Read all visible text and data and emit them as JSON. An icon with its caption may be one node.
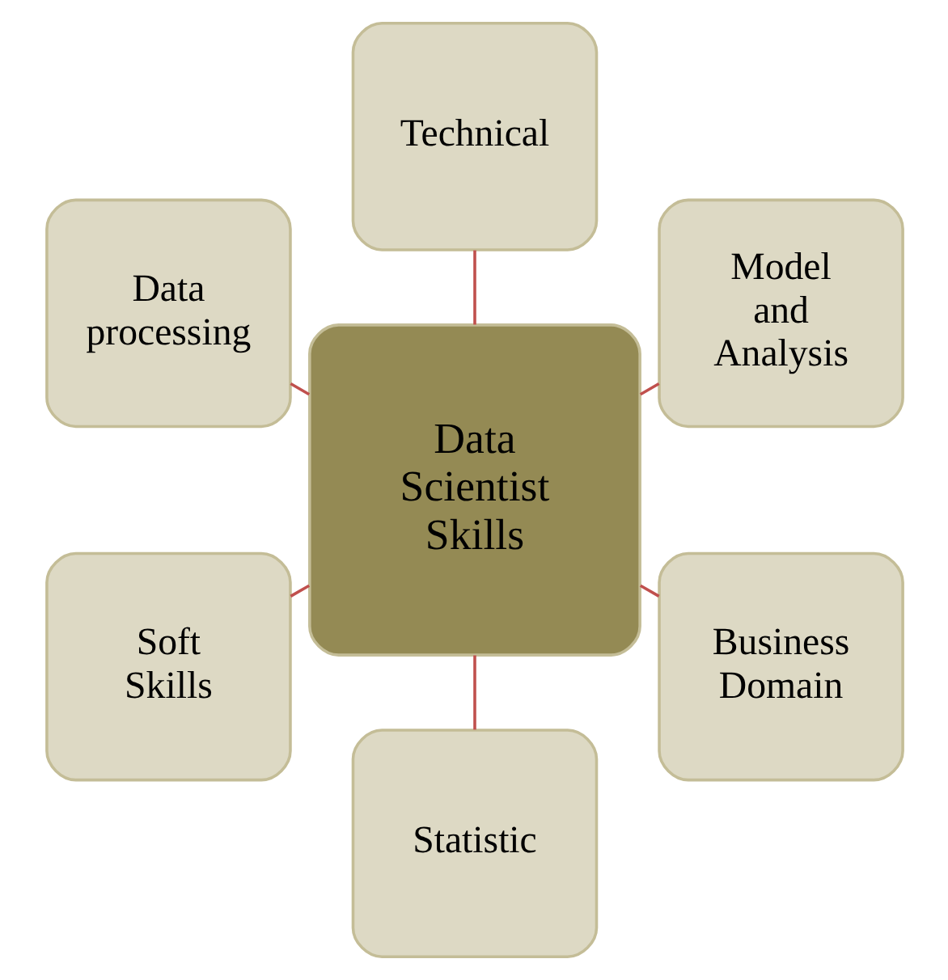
{
  "diagram": {
    "nodes": [
      {
        "text": [
          "Data Scientist Skills"
        ]
      },
      {
        "text": [
          "Model and Analysis"
        ]
      },
      {
        "text": [
          "Technical"
        ]
      },
      {
        "text": [
          "Data processing"
        ]
      },
      {
        "text": [
          "Soft Skills"
        ]
      },
      {
        "text": [
          "Statistic"
        ]
      },
      {
        "text": [
          "Business Domain"
        ]
      }
    ],
    "edges": [
      {
        "from": 0,
        "to": 1,
        "arrow": "none"
      },
      {
        "from": 0,
        "to": 3,
        "arrow": "none"
      },
      {
        "from": 0,
        "to": 5,
        "arrow": "none"
      },
      {
        "from": 0,
        "to": 6,
        "arrow": "none"
      },
      {
        "from": 0,
        "to": 4,
        "arrow": "none"
      },
      {
        "from": 0,
        "to": 2,
        "arrow": "none"
      }
    ]
  }
}
